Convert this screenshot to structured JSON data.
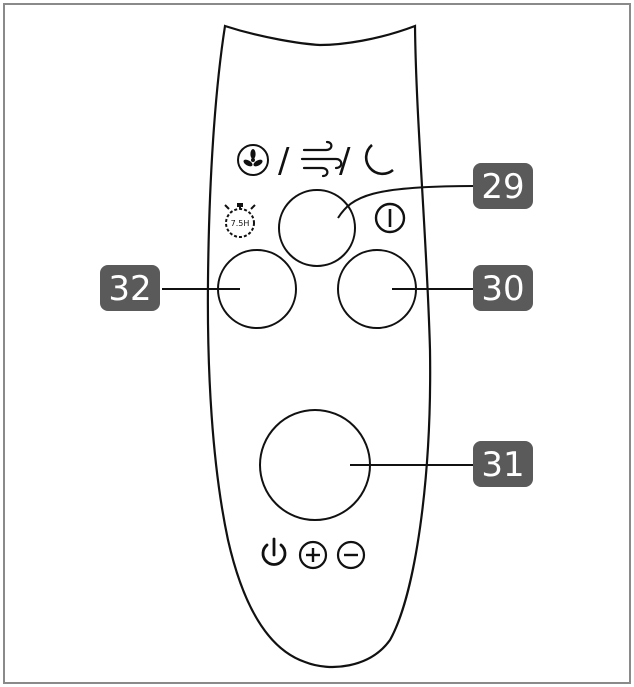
{
  "diagram": {
    "callouts": [
      {
        "id": "c29",
        "label": "29"
      },
      {
        "id": "c30",
        "label": "30"
      },
      {
        "id": "c31",
        "label": "31"
      },
      {
        "id": "c32",
        "label": "32"
      }
    ],
    "mode_separator_1": "/",
    "mode_separator_2": "/",
    "timer_label": "7.5H",
    "colors": {
      "outline": "#111111",
      "callout_fill": "#5a5a5a",
      "callout_text": "#ffffff",
      "background": "#ffffff"
    },
    "icons": {
      "mode_group": [
        "fan-icon",
        "wind-icon",
        "moon-icon"
      ],
      "timer": "timer-icon",
      "oscillation": "oscillation-icon",
      "power_group": [
        "power-icon",
        "plus-icon",
        "minus-icon"
      ]
    }
  }
}
